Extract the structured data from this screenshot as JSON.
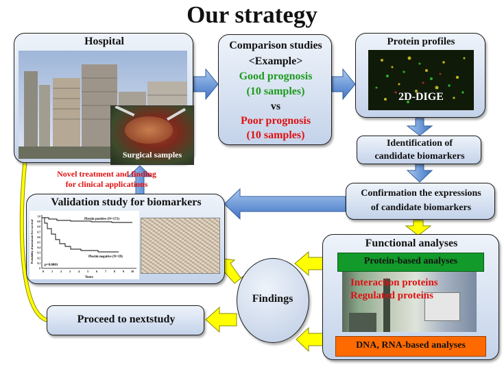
{
  "title": "Our strategy",
  "hospital": {
    "title": "Hospital",
    "photo_label": "Surgical samples"
  },
  "comparison": {
    "title": "Comparison studies",
    "example": "<Example>",
    "good": "Good prognosis",
    "good_n": "(10 samples)",
    "vs": "vs",
    "poor": "Poor prognosis",
    "poor_n": "(10 samples)"
  },
  "protein": {
    "title": "Protein profiles",
    "image_label": "2D-DIGE"
  },
  "identification": {
    "line1": "Identification of",
    "line2": "candidate biomarkers"
  },
  "confirmation": {
    "line1": "Confirmation the expressions",
    "line2": "of candidate biomarkers"
  },
  "validation": {
    "title": "Validation study for biomarkers",
    "plot": {
      "ylabel": "Probability of metastasis-free survival",
      "xlabel": "Years",
      "yticks": [
        "1.0",
        "0.9",
        "0.8",
        "0.7",
        "0.6",
        "0.5",
        "0.4",
        "0.3",
        "0.2",
        "0.1",
        "0"
      ],
      "xticks": [
        "0",
        "1",
        "2",
        "3",
        "4",
        "5",
        "6",
        "7",
        "8",
        "9",
        "10"
      ],
      "positive_label": "Plectin positive (N=171)",
      "negative_label": "Plectin negative (N=39)",
      "pvalue": "p=0.0001"
    }
  },
  "novel": {
    "line1": "Novel treatment and finding",
    "line2": "for clinical applications"
  },
  "functional": {
    "title": "Functional analyses",
    "protein_based": "Protein-based analyses",
    "interaction": "Interaction proteins",
    "regulated": "Regulated proteins",
    "dna_rna": "DNA, RNA-based analyses"
  },
  "findings": "Findings",
  "proceed": "Proceed to nextstudy",
  "colors": {
    "box_top": "#eef3fa",
    "box_bottom": "#c4d3ea",
    "blue_arrow": "#5b8fd6",
    "yellow_arrow": "#ffff00",
    "red_text": "#e01010",
    "green_text": "#1d9a1d",
    "orange_box": "#ff6a00",
    "green_box": "#129a2a"
  }
}
